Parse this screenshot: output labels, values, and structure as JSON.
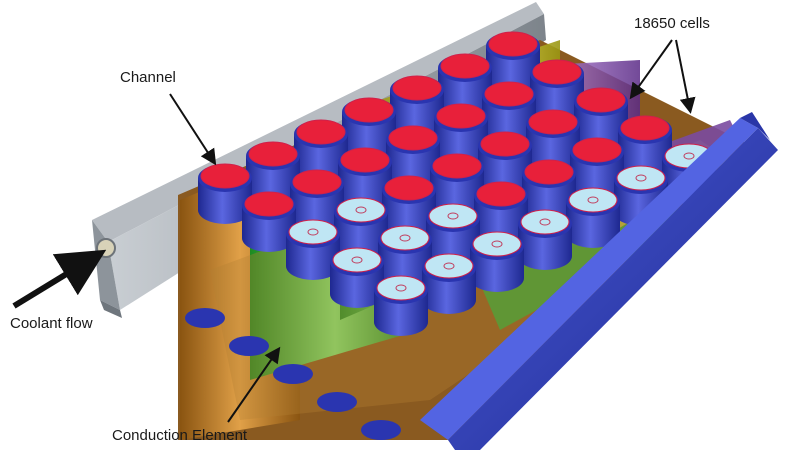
{
  "labels": {
    "channel": "Channel",
    "cells": "18650 cells",
    "coolant": "Coolant flow",
    "conduction": "Conduction Element"
  },
  "colors": {
    "cell_body": "#3b47c8",
    "cell_top_red": "#e8203a",
    "cell_top_light": "#bfe6f4",
    "rim_blue": "#2a35b0",
    "channel_gray": "#9ea4ab",
    "side_plate_blue": "#2f3fbf",
    "conduction_orange": "#c7862a",
    "conduction_green": "#2fc040",
    "conduction_yellow": "#d6d22a",
    "conduction_purple": "#8a56b0",
    "conduction_brown": "#9c6a2a"
  }
}
